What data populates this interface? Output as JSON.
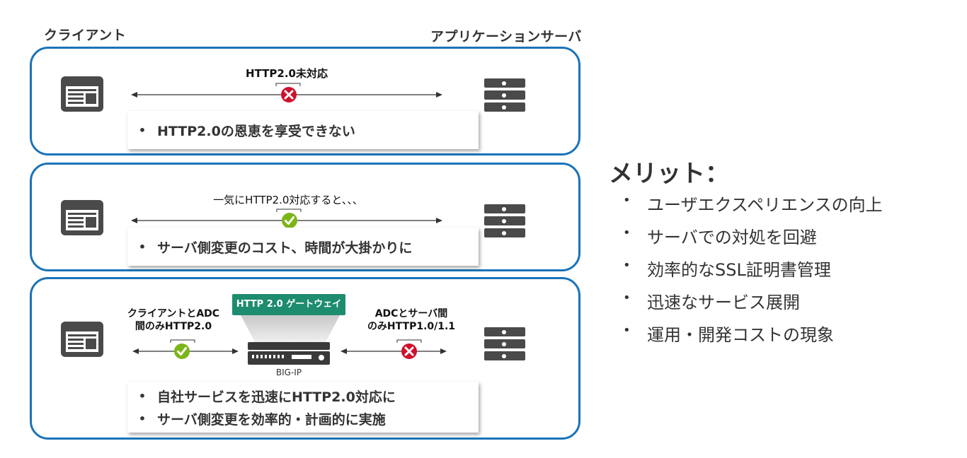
{
  "header": {
    "client_label": "クライアント",
    "server_label": "アプリケーションサーバ"
  },
  "panels": [
    {
      "label": "HTTP2.0未対応",
      "status": "error",
      "note": [
        "HTTP2.0の恩恵を享受できない"
      ]
    },
    {
      "label": "一気にHTTP2.0対応すると、、、",
      "status": "ok",
      "note": [
        "サーバ側変更のコスト、時間が大掛かりに"
      ]
    },
    {
      "gateway_label": "HTTP 2.0 ゲートウェイ",
      "device_label": "BIG-IP",
      "left_label_1": "クライアントとADC",
      "left_label_2": "間のみHTTP2.0",
      "right_label_1": "ADCとサーバ間",
      "right_label_2": "のみHTTP1.0/1.1",
      "left_status": "ok",
      "right_status": "error",
      "note": [
        "自社サービスを迅速にHTTP2.0対応に",
        "サーバ側変更を効率的・計画的に実施"
      ]
    }
  ],
  "merit": {
    "title": "メリット：",
    "items": [
      "ユーザエクスペリエンスの向上",
      "サーバでの対処を回避",
      "効率的なSSL証明書管理",
      "迅速なサービス展開",
      "運用・開発コストの現象"
    ]
  },
  "colors": {
    "panel_border": "#1a73b8",
    "ok": "#7cb518",
    "error": "#d0102c",
    "gateway": "#1e8c6e"
  }
}
